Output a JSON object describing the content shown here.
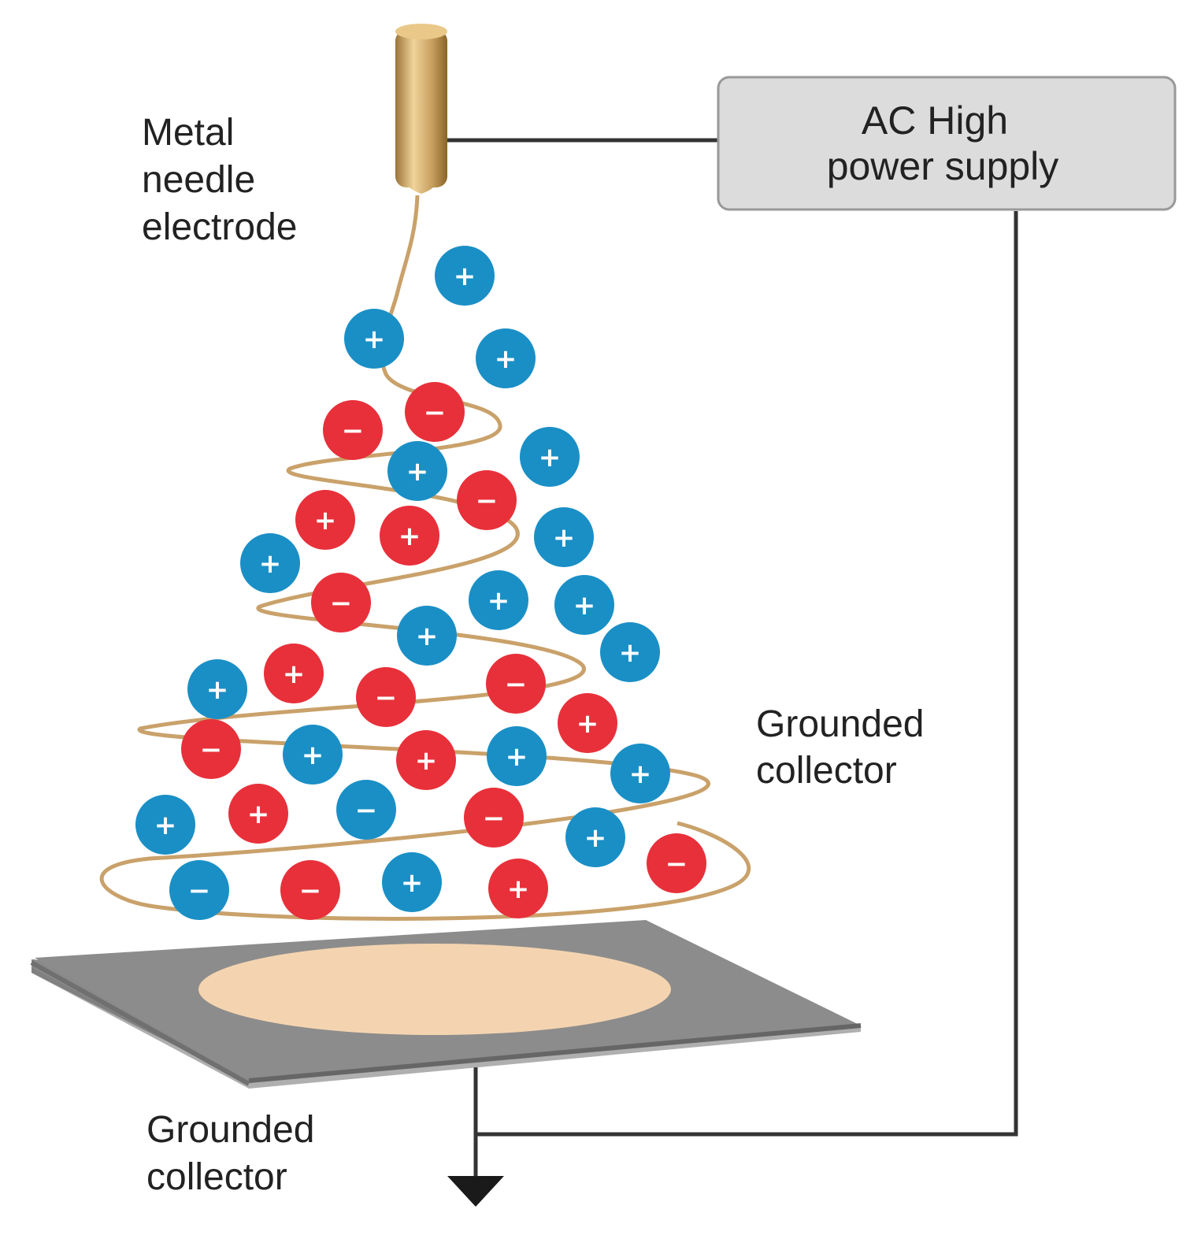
{
  "labels": {
    "needle": [
      "Metal",
      "needle",
      "electrode"
    ],
    "power_supply": [
      "AC High",
      "power supply"
    ],
    "collector_right": [
      "Grounded",
      "collector"
    ],
    "collector_bottom": [
      "Grounded",
      "collector"
    ]
  },
  "colors": {
    "positive_charge": "#1a8fc6",
    "negative_charge": "#e8303a",
    "fiber": "#c9a16a",
    "needle": "#c8a060",
    "plate": "#8a8a8a",
    "deposit": "#f4d4b0",
    "power_supply_box": "#dcdcdc",
    "wire": "#333333"
  },
  "charge_symbols": {
    "plus": "+",
    "minus": "−"
  },
  "charges": [
    {
      "color": "positive_charge",
      "sign": "plus"
    },
    {
      "color": "positive_charge",
      "sign": "plus"
    },
    {
      "color": "positive_charge",
      "sign": "plus"
    },
    {
      "color": "negative_charge",
      "sign": "minus"
    },
    {
      "color": "negative_charge",
      "sign": "minus"
    },
    {
      "color": "positive_charge",
      "sign": "plus"
    },
    {
      "color": "positive_charge",
      "sign": "plus"
    },
    {
      "color": "negative_charge",
      "sign": "minus"
    },
    {
      "color": "negative_charge",
      "sign": "plus"
    },
    {
      "color": "negative_charge",
      "sign": "plus"
    },
    {
      "color": "positive_charge",
      "sign": "plus"
    },
    {
      "color": "positive_charge",
      "sign": "plus"
    },
    {
      "color": "negative_charge",
      "sign": "minus"
    },
    {
      "color": "positive_charge",
      "sign": "plus"
    },
    {
      "color": "positive_charge",
      "sign": "plus"
    },
    {
      "color": "positive_charge",
      "sign": "plus"
    },
    {
      "color": "positive_charge",
      "sign": "plus"
    },
    {
      "color": "negative_charge",
      "sign": "plus"
    },
    {
      "color": "positive_charge",
      "sign": "plus"
    },
    {
      "color": "negative_charge",
      "sign": "minus"
    },
    {
      "color": "negative_charge",
      "sign": "minus"
    },
    {
      "color": "negative_charge",
      "sign": "plus"
    },
    {
      "color": "negative_charge",
      "sign": "minus"
    },
    {
      "color": "positive_charge",
      "sign": "plus"
    },
    {
      "color": "negative_charge",
      "sign": "plus"
    },
    {
      "color": "positive_charge",
      "sign": "plus"
    },
    {
      "color": "positive_charge",
      "sign": "plus"
    },
    {
      "color": "positive_charge",
      "sign": "plus"
    },
    {
      "color": "negative_charge",
      "sign": "plus"
    },
    {
      "color": "positive_charge",
      "sign": "minus"
    },
    {
      "color": "negative_charge",
      "sign": "minus"
    },
    {
      "color": "positive_charge",
      "sign": "plus"
    },
    {
      "color": "negative_charge",
      "sign": "minus"
    },
    {
      "color": "positive_charge",
      "sign": "minus"
    },
    {
      "color": "negative_charge",
      "sign": "minus"
    },
    {
      "color": "positive_charge",
      "sign": "plus"
    },
    {
      "color": "negative_charge",
      "sign": "plus"
    }
  ]
}
